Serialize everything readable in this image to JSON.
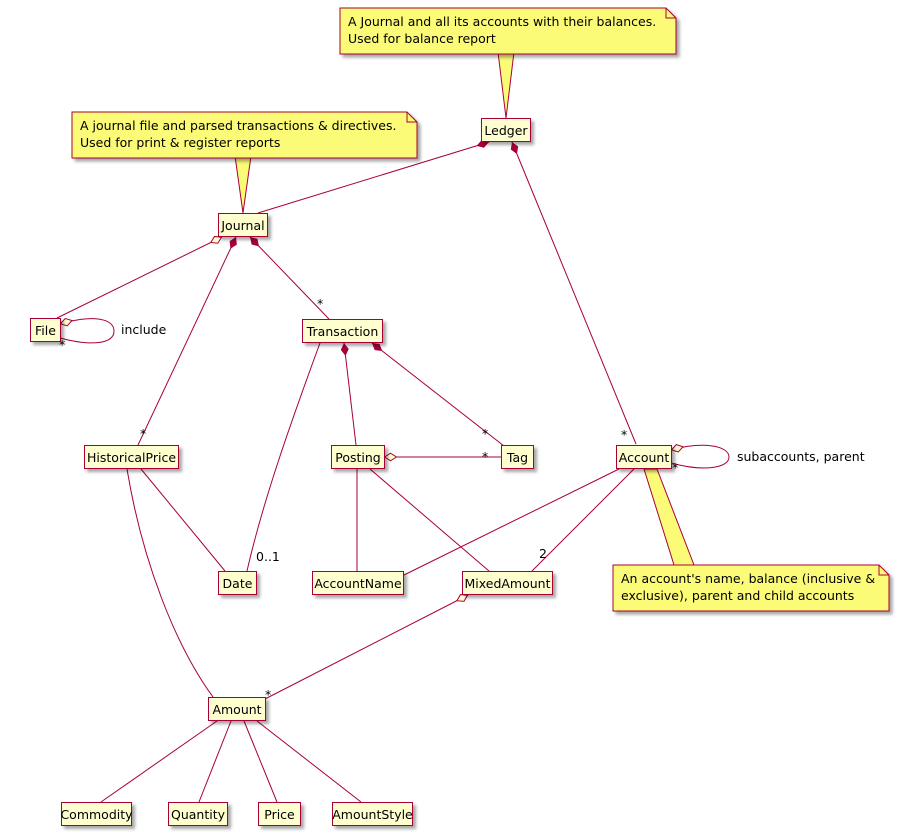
{
  "diagram_type": "uml-class-diagram",
  "colors": {
    "node_fill": "#FEFECE",
    "node_border": "#A80036",
    "note_fill": "#FBFB77",
    "note_border": "#A80036",
    "edge": "#A80036"
  },
  "nodes": {
    "ledger": "Ledger",
    "journal": "Journal",
    "file": "File",
    "transaction": "Transaction",
    "historical_price": "HistoricalPrice",
    "posting": "Posting",
    "tag": "Tag",
    "account": "Account",
    "date": "Date",
    "account_name": "AccountName",
    "mixed_amount": "MixedAmount",
    "amount": "Amount",
    "commodity": "Commodity",
    "quantity": "Quantity",
    "price": "Price",
    "amount_style": "AmountStyle"
  },
  "notes": {
    "ledger_note": {
      "line1": "A Journal and all its accounts with their balances.",
      "line2": "Used for balance report"
    },
    "journal_note": {
      "line1": "A journal file and parsed transactions & directives.",
      "line2": "Used for print & register reports"
    },
    "account_note": {
      "line1": "An account's name, balance (inclusive &",
      "line2": "exclusive), parent and child accounts"
    }
  },
  "edge_labels": {
    "file_self": "include",
    "account_self": "subaccounts, parent"
  },
  "multiplicities": {
    "ledger_account": "*",
    "journal_transaction": "*",
    "journal_historical_price": "*",
    "file_include": "*",
    "transaction_tag": "*",
    "posting_tag": "*",
    "transaction_date": "0..1",
    "account_subaccounts": "*",
    "account_mixed_amount": "2",
    "mixed_amount_amount": "*"
  },
  "relationships": [
    {
      "from": "Ledger",
      "to": "Journal",
      "type": "composition",
      "multiplicity": ""
    },
    {
      "from": "Ledger",
      "to": "Account",
      "type": "composition",
      "multiplicity": "*"
    },
    {
      "from": "Journal",
      "to": "File",
      "type": "aggregation",
      "multiplicity": ""
    },
    {
      "from": "File",
      "to": "File",
      "type": "aggregation",
      "multiplicity": "*",
      "label": "include"
    },
    {
      "from": "Journal",
      "to": "Transaction",
      "type": "composition",
      "multiplicity": "*"
    },
    {
      "from": "Journal",
      "to": "HistoricalPrice",
      "type": "composition",
      "multiplicity": "*"
    },
    {
      "from": "Transaction",
      "to": "Posting",
      "type": "composition",
      "multiplicity": ""
    },
    {
      "from": "Transaction",
      "to": "Tag",
      "type": "composition",
      "multiplicity": "*"
    },
    {
      "from": "Transaction",
      "to": "Date",
      "type": "association",
      "multiplicity": "0..1"
    },
    {
      "from": "Posting",
      "to": "Tag",
      "type": "aggregation",
      "multiplicity": "*"
    },
    {
      "from": "Posting",
      "to": "AccountName",
      "type": "association",
      "multiplicity": ""
    },
    {
      "from": "Posting",
      "to": "MixedAmount",
      "type": "association",
      "multiplicity": ""
    },
    {
      "from": "Account",
      "to": "Account",
      "type": "aggregation",
      "multiplicity": "*",
      "label": "subaccounts, parent"
    },
    {
      "from": "Account",
      "to": "AccountName",
      "type": "association",
      "multiplicity": ""
    },
    {
      "from": "Account",
      "to": "MixedAmount",
      "type": "association",
      "multiplicity": "2"
    },
    {
      "from": "HistoricalPrice",
      "to": "Date",
      "type": "association",
      "multiplicity": ""
    },
    {
      "from": "HistoricalPrice",
      "to": "Amount",
      "type": "association",
      "multiplicity": ""
    },
    {
      "from": "MixedAmount",
      "to": "Amount",
      "type": "aggregation",
      "multiplicity": "*"
    },
    {
      "from": "Amount",
      "to": "Commodity",
      "type": "association",
      "multiplicity": ""
    },
    {
      "from": "Amount",
      "to": "Quantity",
      "type": "association",
      "multiplicity": ""
    },
    {
      "from": "Amount",
      "to": "Price",
      "type": "association",
      "multiplicity": ""
    },
    {
      "from": "Amount",
      "to": "AmountStyle",
      "type": "association",
      "multiplicity": ""
    }
  ]
}
